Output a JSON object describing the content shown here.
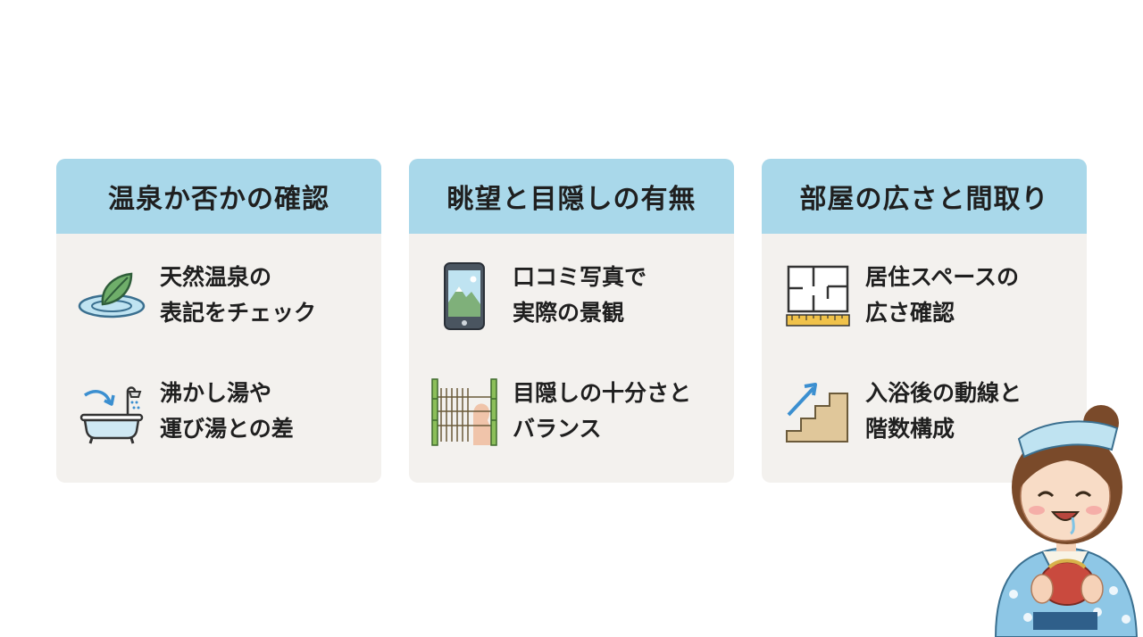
{
  "cards": [
    {
      "title": "温泉か否かの確認",
      "items": [
        {
          "icon": "leaf-in-water-icon",
          "lines": [
            "天然温泉の",
            "表記をチェック"
          ]
        },
        {
          "icon": "bathtub-shower-icon",
          "lines": [
            "沸かし湯や",
            "運び湯との差"
          ]
        }
      ]
    },
    {
      "title": "眺望と目隠しの有無",
      "items": [
        {
          "icon": "smartphone-photo-icon",
          "lines": [
            "口コミ写真で",
            "実際の景観"
          ]
        },
        {
          "icon": "bamboo-fence-icon",
          "lines": [
            "目隠しの十分さと",
            "バランス"
          ]
        }
      ]
    },
    {
      "title": "部屋の広さと間取り",
      "items": [
        {
          "icon": "floor-plan-icon",
          "lines": [
            "居住スペースの",
            "広さ確認"
          ]
        },
        {
          "icon": "stairs-arrow-icon",
          "lines": [
            "入浴後の動線と",
            "階数構成"
          ]
        }
      ]
    }
  ],
  "colors": {
    "header": "#a9d8ea",
    "card": "#f3f1ee",
    "text": "#1f1f1f"
  }
}
